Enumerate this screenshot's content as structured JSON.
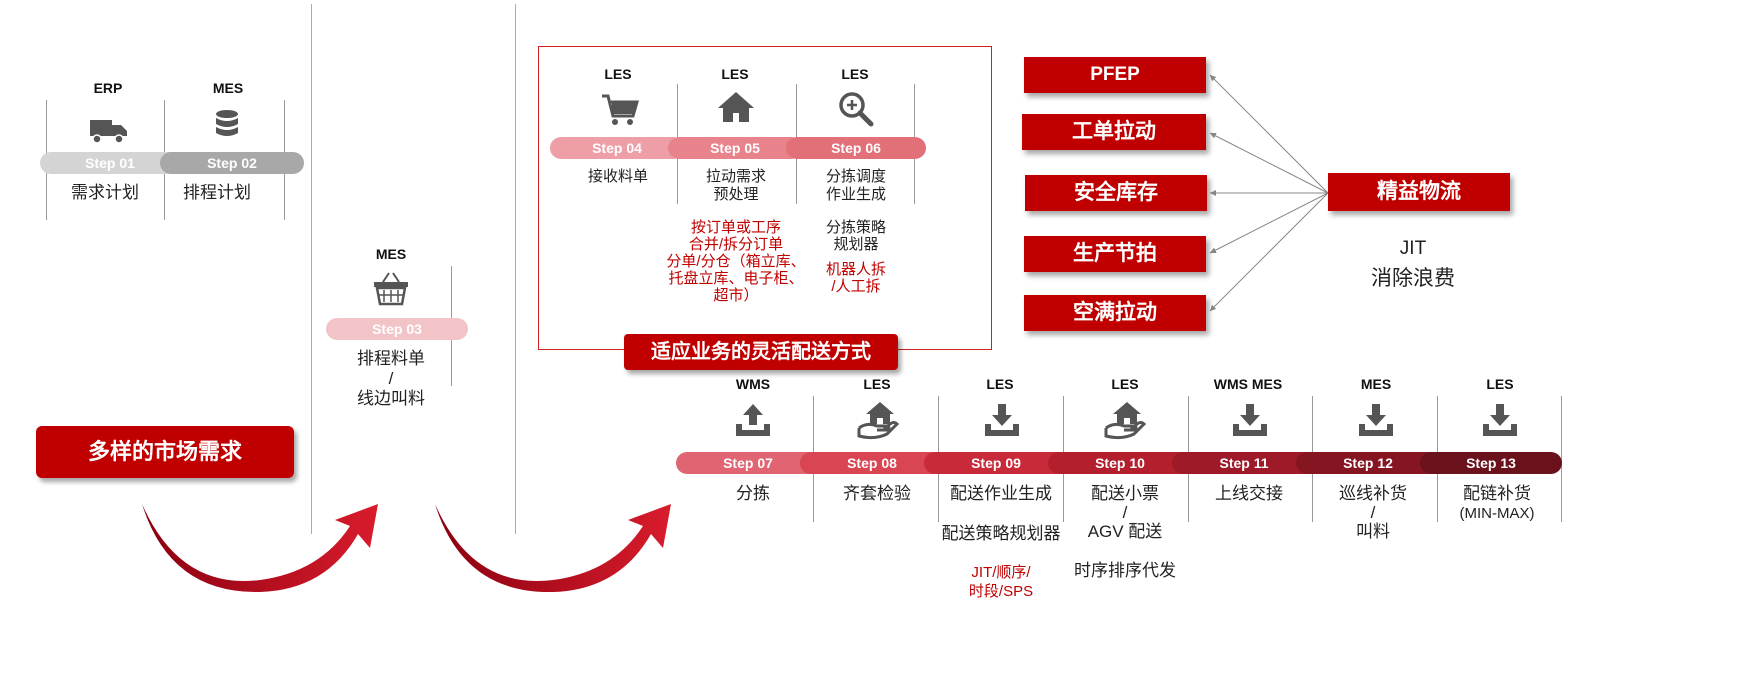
{
  "colors": {
    "red": "#c00000",
    "step01": "#d4d4d4",
    "step02": "#a8a8a8",
    "step03": "#f2c4c8",
    "step04": "#ee9ea7",
    "step05": "#e8838c",
    "step06": "#e27079",
    "step07": "#e06472",
    "step08": "#d94552",
    "step09": "#c82a3a",
    "step10": "#b41f2e",
    "step11": "#9e1a28",
    "step12": "#861522",
    "step13": "#6b111b"
  },
  "left_steps": [
    {
      "system": "ERP",
      "icon": "truck-icon",
      "step": "Step 01",
      "label": "需求计划"
    },
    {
      "system": "MES",
      "icon": "database-icon",
      "step": "Step 02",
      "label": "排程计划"
    }
  ],
  "mid_step": {
    "system": "MES",
    "icon": "basket-icon",
    "step": "Step 03",
    "label_lines": [
      "排程料单",
      "/",
      "线边叫料"
    ]
  },
  "upper_steps": [
    {
      "system": "LES",
      "icon": "cart-icon",
      "step": "Step 04",
      "label_lines": [
        "接收料单"
      ]
    },
    {
      "system": "LES",
      "icon": "home-icon",
      "step": "Step 05",
      "label_lines": [
        "拉动需求",
        "预处理"
      ]
    },
    {
      "system": "LES",
      "icon": "search-icon",
      "step": "Step 06",
      "label_lines": [
        "分拣调度",
        "作业生成"
      ]
    }
  ],
  "upper_notes": {
    "step05_red": [
      "按订单或工序",
      "合并/拆分订单",
      "分单/分仓（箱立库、",
      "托盘立库、电子柜、",
      "超市）"
    ],
    "step06_dark": [
      "分拣策略",
      "规划器"
    ],
    "step06_red": [
      "机器人拆",
      "/人工拆"
    ]
  },
  "lower_steps": [
    {
      "system": "WMS",
      "icon": "upload-icon",
      "step": "Step 07",
      "label_lines": [
        "分拣"
      ]
    },
    {
      "system": "LES",
      "icon": "hand-home-icon",
      "step": "Step 08",
      "label_lines": [
        "齐套检验"
      ]
    },
    {
      "system": "LES",
      "icon": "download-icon",
      "step": "Step 09",
      "label_lines": [
        "配送作业生成"
      ]
    },
    {
      "system": "LES",
      "icon": "hand-home-icon",
      "step": "Step 10",
      "label_lines": [
        "配送小票",
        "/",
        "AGV 配送"
      ]
    },
    {
      "system": "WMS  MES",
      "icon": "download-icon",
      "step": "Step 11",
      "label_lines": [
        "上线交接"
      ]
    },
    {
      "system": "MES",
      "icon": "download-icon",
      "step": "Step 12",
      "label_lines": [
        "巡线补货",
        "/",
        "叫料"
      ]
    },
    {
      "system": "LES",
      "icon": "download-icon",
      "step": "Step 13",
      "label_lines": [
        "配链补货",
        "(MIN-MAX)"
      ]
    }
  ],
  "lower_notes": {
    "step09_dark": "配送策略规划器",
    "step09_red": [
      "JIT/顺序/",
      "时段/SPS"
    ],
    "step10_dark": "时序排序代发"
  },
  "buttons": {
    "market": "多样的市场需求",
    "flexible": "适应业务的灵活配送方式",
    "lean": "精益物流"
  },
  "lean_items": [
    "PFEP",
    "工单拉动",
    "安全库存",
    "生产节拍",
    "空满拉动"
  ],
  "lean_caption": [
    "JIT",
    "消除浪费"
  ]
}
